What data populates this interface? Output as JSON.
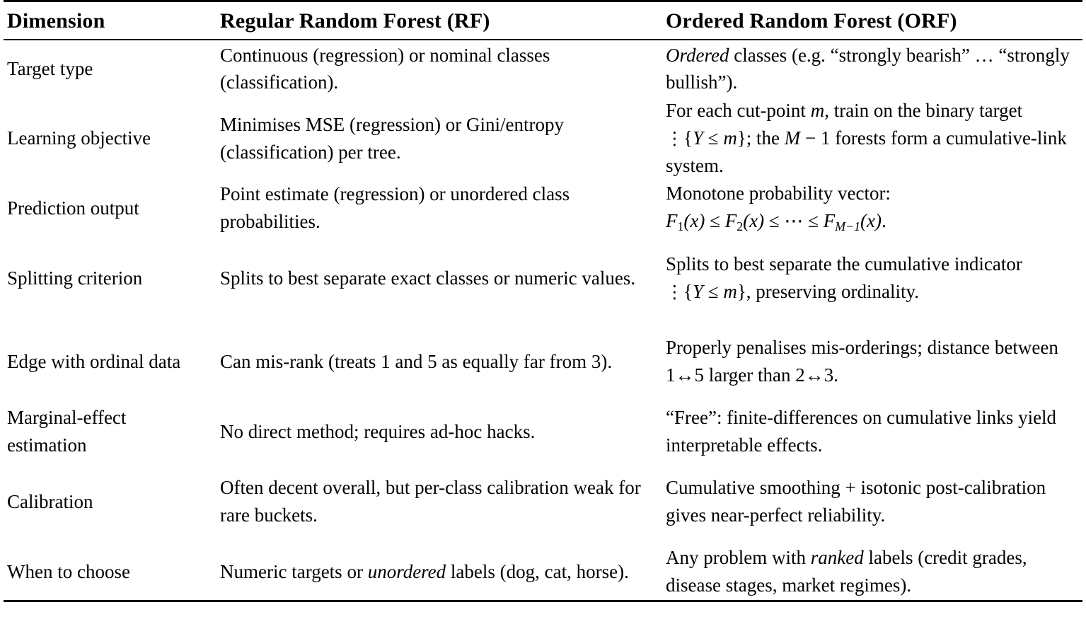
{
  "table": {
    "headers": {
      "dimension": "Dimension",
      "rf": "Regular Random Forest (RF)",
      "orf": "Ordered Random Forest (ORF)"
    },
    "rows": [
      {
        "dimension": "Target type",
        "rf": "Continuous (regression) or nominal classes (classification).",
        "orf_plain": "Ordered classes (e.g. “strongly bearish” … “strongly bullish”)."
      },
      {
        "dimension": "Learning objective",
        "rf": "Minimises MSE (regression) or Gini/entropy (classification) per tree.",
        "orf_plain": "For each cut-point m, train on the binary target ⋮{Y ≤ m}; the M − 1 forests form a cumulative-link system."
      },
      {
        "dimension": "Prediction output",
        "rf": "Point estimate (regression) or unordered class probabilities.",
        "orf_plain": "Monotone probability vector: F₁(x) ≤ F₂(x) ≤ ⋯ ≤ Fₘ₋₁(x)."
      },
      {
        "dimension": "Splitting criterion",
        "rf": "Splits to best separate exact classes or numeric values.",
        "orf_plain": "Splits to best separate the cumulative indicator ⋮{Y ≤ m}, preserving ordinality."
      },
      {
        "dimension": "Edge with ordinal data",
        "rf": "Can mis-rank (treats 1 and 5 as equally far from 3).",
        "orf_plain": "Properly penalises mis-orderings; distance between 1↔5 larger than 2↔3."
      },
      {
        "dimension": "Marginal-effect estimation",
        "rf": "No direct method; requires ad-hoc hacks.",
        "orf_plain": "“Free”: finite-differences on cumulative links yield interpretable effects."
      },
      {
        "dimension": "Calibration",
        "rf": "Often decent overall, but per-class calibration weak for rare buckets.",
        "orf_plain": "Cumulative smoothing + isotonic post-calibration gives near-perfect reliability."
      },
      {
        "dimension": "When to choose",
        "rf_plain": "Numeric targets or unordered labels (dog, cat, horse).",
        "orf_plain": "Any problem with ranked labels (credit grades, disease stages, market regimes)."
      }
    ],
    "fragments": {
      "r1_orf_em": "Ordered",
      "r1_orf_rest": " classes (e.g. “strongly bearish” … “strongly bullish”).",
      "r2_orf_a": "For each cut-point ",
      "r2_orf_m": "m",
      "r2_orf_b": ", train on the binary target ",
      "r2_orf_ind": "⋮",
      "r2_orf_c": "{",
      "r2_orf_Y": "Y",
      "r2_orf_le": " ≤ ",
      "r2_orf_m2": "m",
      "r2_orf_d": "}; the ",
      "r2_orf_M": "M",
      "r2_orf_minus": " − 1",
      "r2_orf_e": " forests form a cumulative-link system.",
      "r3_orf_a": "Monotone probability vector:",
      "r3_F": "F",
      "r3_s1": "1",
      "r3_s2": "2",
      "r3_x": "(x)",
      "r3_le": " ≤ ",
      "r3_cdots": "⋯",
      "r3_sM": "M−1",
      "r3_end": ".",
      "r4_orf_a": "Splits to best separate the cumulative indicator ",
      "r4_orf_b": "{",
      "r4_orf_c": "}, preserving ordinality.",
      "r5_orf_a": "Properly penalises mis-orderings; distance between 1",
      "r5_arrow": "↔",
      "r5_orf_b": "5 larger than 2",
      "r5_orf_c": "3.",
      "r6_orf": "“Free”: finite-differences on cumulative links yield interpretable effects.",
      "r7_orf": "Cumulative smoothing + isotonic post-calibration gives near-perfect reliability.",
      "r8_rf_a": "Numeric targets or ",
      "r8_rf_em": "unordered",
      "r8_rf_b": " labels (dog, cat, horse).",
      "r8_orf_a": "Any problem with ",
      "r8_orf_em": "ranked",
      "r8_orf_b": " labels (credit grades, disease stages, market regimes)."
    }
  },
  "colors": {
    "text": "#000000",
    "background": "#ffffff",
    "rule": "#000000"
  }
}
